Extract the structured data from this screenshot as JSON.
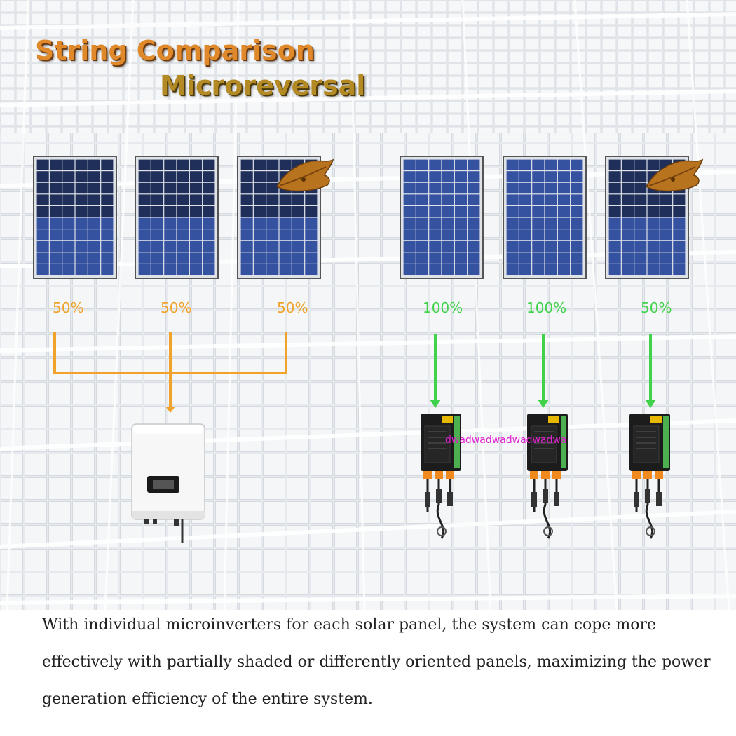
{
  "title": {
    "line1": "String Comparison",
    "line2": "Microreversal"
  },
  "string_side": {
    "percentages": [
      "50%",
      "50%",
      "50%"
    ],
    "color": "#f0a22a"
  },
  "micro_side": {
    "percentages": [
      "100%",
      "100%",
      "50%"
    ],
    "color": "#3fd24a"
  },
  "watermark": "dwadwadwadwadwadwa",
  "description": "With individual microinverters for each solar panel, the system can cope more effectively with partially shaded or differently oriented panels, maximizing the power generation efficiency of the entire system."
}
